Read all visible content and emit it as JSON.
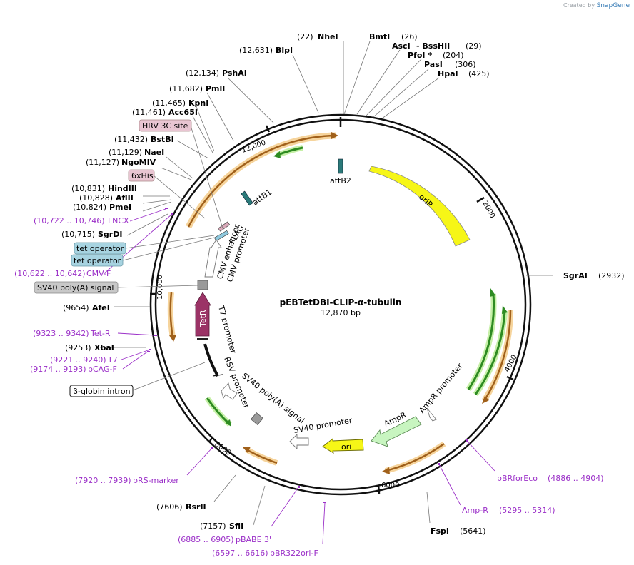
{
  "credit": {
    "prefix": "Created by",
    "brand": "SnapGene"
  },
  "plasmid": {
    "name": "pEBTetDBI-CLIP-α-tubulin",
    "length": "12,870 bp"
  },
  "ticks": [
    "2000",
    "4000",
    "6000",
    "8000",
    "10,000",
    "12,000"
  ],
  "sites": [
    {
      "name": "NheI",
      "pos": "(22)"
    },
    {
      "name": "BmtI",
      "pos": "(26)"
    },
    {
      "name": "AscI",
      "pos": "(29)",
      "extra": "- BssHII"
    },
    {
      "name": "PfoI *",
      "pos": "(204)"
    },
    {
      "name": "PasI",
      "pos": "(306)"
    },
    {
      "name": "HpaI",
      "pos": "(425)"
    },
    {
      "name": "BlpI",
      "pos": "(12,631)"
    },
    {
      "name": "PshAI",
      "pos": "(12,134)"
    },
    {
      "name": "PmlI",
      "pos": "(11,682)"
    },
    {
      "name": "KpnI",
      "pos": "(11,465)"
    },
    {
      "name": "Acc65I",
      "pos": "(11,461)"
    },
    {
      "name": "BstBI",
      "pos": "(11,432)"
    },
    {
      "name": "NaeI",
      "pos": "(11,129)"
    },
    {
      "name": "NgoMIV",
      "pos": "(11,127)"
    },
    {
      "name": "HindIII",
      "pos": "(10,831)"
    },
    {
      "name": "AflII",
      "pos": "(10,828)"
    },
    {
      "name": "PmeI",
      "pos": "(10,824)"
    },
    {
      "name": "SgrDI",
      "pos": "(10,715)"
    },
    {
      "name": "SgrAI",
      "pos": "(2932)"
    },
    {
      "name": "AfeI",
      "pos": "(9654)"
    },
    {
      "name": "XbaI",
      "pos": "(9253)"
    },
    {
      "name": "RsrII",
      "pos": "(7606)"
    },
    {
      "name": "SfiI",
      "pos": "(7157)"
    },
    {
      "name": "FspI",
      "pos": "(5641)"
    }
  ],
  "primers": [
    {
      "range": "(10,722 .. 10,746)",
      "name": "LNCX"
    },
    {
      "range": "(10,622 .. 10,642)",
      "name": "CMV-F"
    },
    {
      "range": "(9323 .. 9342)",
      "name": "Tet-R"
    },
    {
      "range": "(9221 .. 9240)",
      "name": "T7"
    },
    {
      "range": "(9174 .. 9193)",
      "name": "pCAG-F"
    },
    {
      "range": "(7920 .. 7939)",
      "name": "pRS-marker"
    },
    {
      "range": "(6885 .. 6905)",
      "name": "pBABE 3'"
    },
    {
      "range": "(6597 .. 6616)",
      "name": "pBR322ori-F"
    },
    {
      "name": "pBRforEco",
      "range": "(4886 .. 4904)"
    },
    {
      "name": "Amp-R",
      "range": "(5295 .. 5314)"
    }
  ],
  "boxed_features": [
    "HRV 3C site",
    "6xHis",
    "tet operator",
    "tet operator",
    "SV40 poly(A) signal",
    "β-globin intron"
  ],
  "features": [
    "oriP",
    "attB2",
    "attB1",
    "FLAG",
    "CMV promoter",
    "CMV enhancer",
    "TetR",
    "T7 promoter",
    "RSV promoter",
    "SV40 poly(A) signal",
    "SV40 promoter",
    "AmpR promoter",
    "AmpR",
    "ori"
  ],
  "colors": {
    "ring": "#111111",
    "orf_orange": "#e8a03a",
    "orf_green": "#2e8b22",
    "oriP": "#f6f617",
    "tetR": "#9b3366",
    "ampR": "#c8f5c0",
    "primer": "#9b30c8",
    "hrv_box": "#e9c5d2",
    "tet_box": "#a7d3e0",
    "sv40_box": "#c8c8c8"
  }
}
